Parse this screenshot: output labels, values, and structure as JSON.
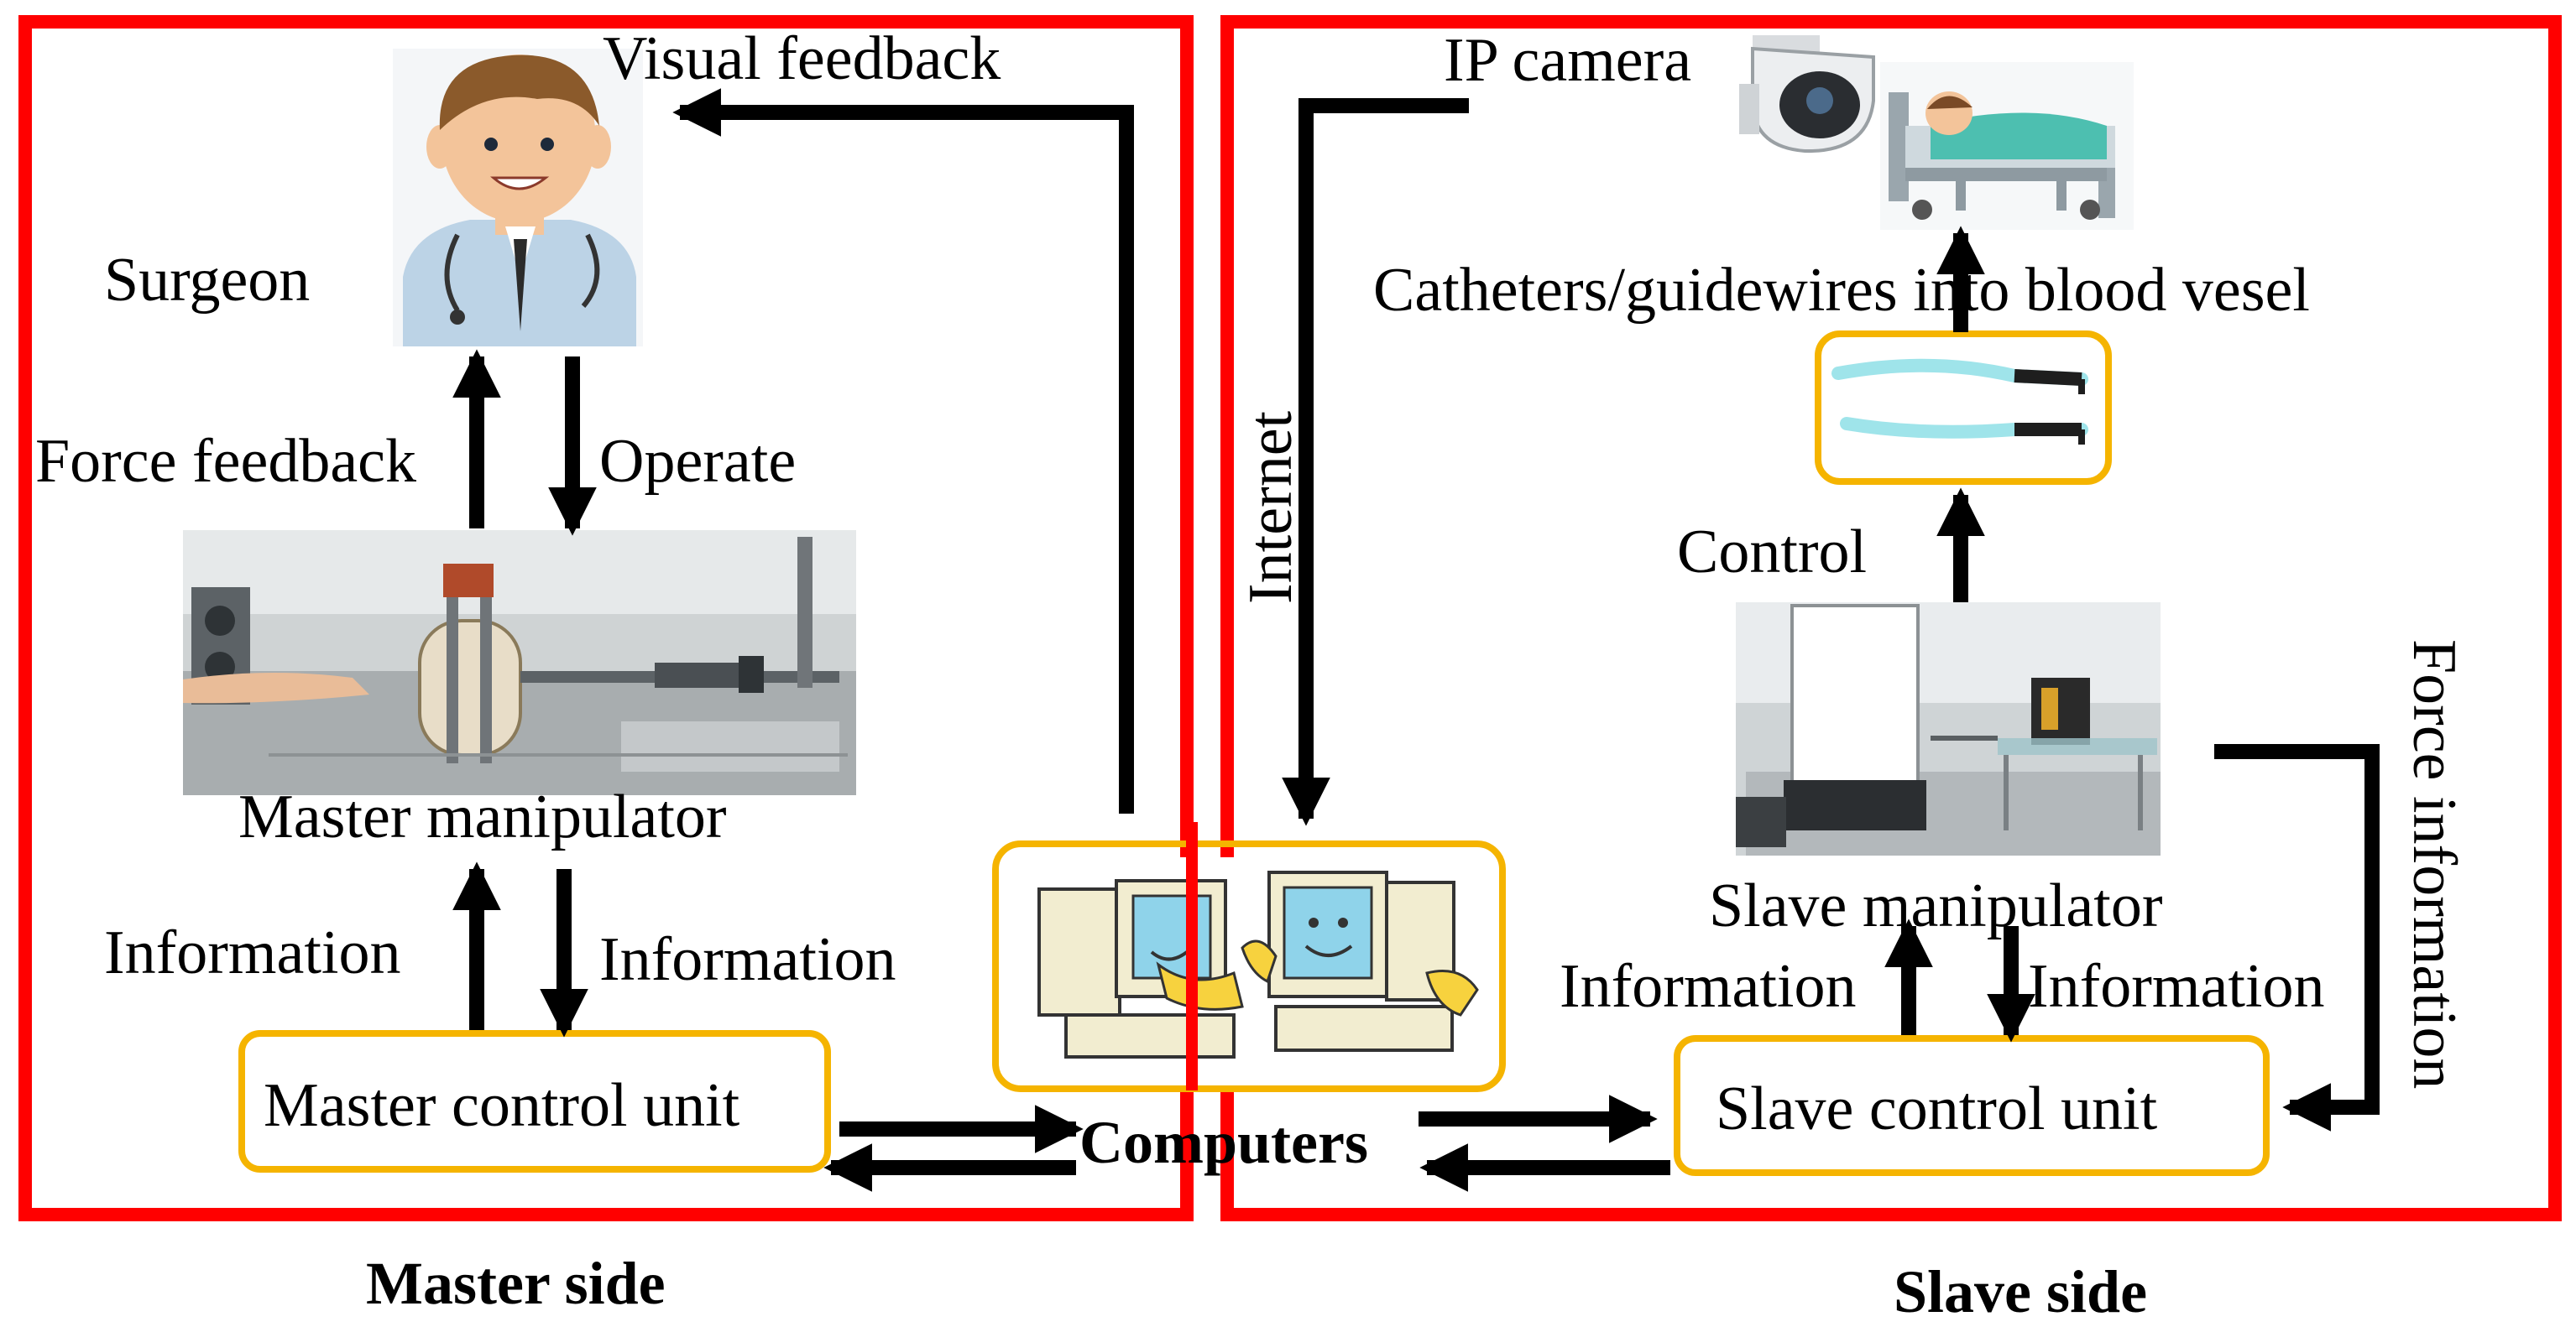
{
  "labels": {
    "visual_feedback": "Visual feedback",
    "surgeon": "Surgeon",
    "force_feedback": "Force feedback",
    "operate": "Operate",
    "master_manipulator": "Master manipulator",
    "information_up_master": "Information",
    "information_down_master": "Information",
    "master_control_unit": "Master control unit",
    "computers": "Computers",
    "master_side": "Master side",
    "ip_camera": "IP camera",
    "catheters": "Catheters/guidewires into blood vesel",
    "internet": "Internet",
    "control": "Control",
    "force_information": "Force information",
    "slave_manipulator": "Slave manipulator",
    "information_up_slave": "Information",
    "information_down_slave": "Information",
    "slave_control_unit": "Slave control unit",
    "slave_side": "Slave side"
  },
  "colors": {
    "region_border": "#ff0000",
    "box_border": "#f5b400",
    "arrow": "#000000"
  },
  "icons": {
    "surgeon": "surgeon-icon",
    "master_manipulator": "master-manipulator-photo",
    "computers": "computers-icon",
    "ip_camera": "ip-camera-icon",
    "patient_bed": "patient-bed-icon",
    "catheters": "catheters-icon",
    "slave_manipulator": "slave-manipulator-photo"
  }
}
